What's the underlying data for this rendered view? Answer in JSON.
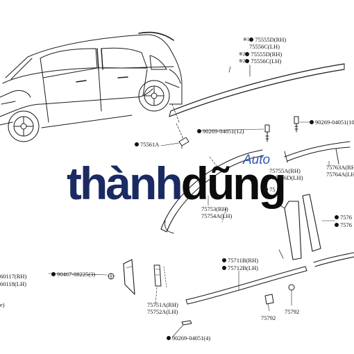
{
  "watermark": {
    "word1": "thành",
    "word2": "dũng",
    "sub": "Auto",
    "colors": {
      "word1": "#1c2a63",
      "word2": "#0b0b0b",
      "sub": "#2d57b8"
    }
  },
  "labels": {
    "p1": {
      "ref": "※1",
      "text": "75555D(RH)"
    },
    "p2": {
      "text": "75556C(LH)"
    },
    "p3": {
      "ref": "※2",
      "text": "75555D(RH)"
    },
    "p4": {
      "ref": "※2",
      "text": "75556C(LH)"
    },
    "p5": {
      "text": "90269-04051(12)"
    },
    "p6": {
      "text": "90269-04051(10"
    },
    "p7": {
      "text": "75561A"
    },
    "p8a": {
      "text": "75755A(RH)"
    },
    "p8b": {
      "text": "75756D(LH)"
    },
    "p9a": {
      "text": "75763A(RH"
    },
    "p9b": {
      "text": "75764A(LH"
    },
    "p10a": {
      "text": "75753(RH)"
    },
    "p10b": {
      "text": "75754A(LH)"
    },
    "p11a": {
      "text": "7576"
    },
    "p11b": {
      "text": "7576"
    },
    "p12a": {
      "text": "75711B(RH)"
    },
    "p12b": {
      "text": "75712B(LH)"
    },
    "p13": {
      "text": "90467-08225(3)"
    },
    "p14a": {
      "text": "60117(RH)"
    },
    "p14b": {
      "text": "60118(LH)"
    },
    "p15a": {
      "text": "75751A(RH)"
    },
    "p15b": {
      "text": "75752A(LH)"
    },
    "p16": {
      "text": "75792"
    },
    "p17": {
      "text": "75792"
    },
    "p18": {
      "text": "90269-04051(4)"
    },
    "p19": {
      "text": "e)"
    },
    "p20": {
      "text": "75"
    }
  }
}
